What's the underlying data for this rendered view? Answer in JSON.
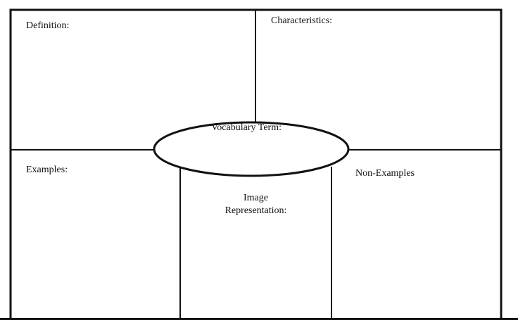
{
  "diagram": {
    "definition_label": "Definition:",
    "characteristics_label": "Characteristics:",
    "term_label": "Vocabulary Term:",
    "examples_label": "Examples:",
    "non_examples_label": "Non-Examples",
    "image_label_line1": "Image",
    "image_label_line2": "Representation:",
    "line_color": "#111111"
  }
}
